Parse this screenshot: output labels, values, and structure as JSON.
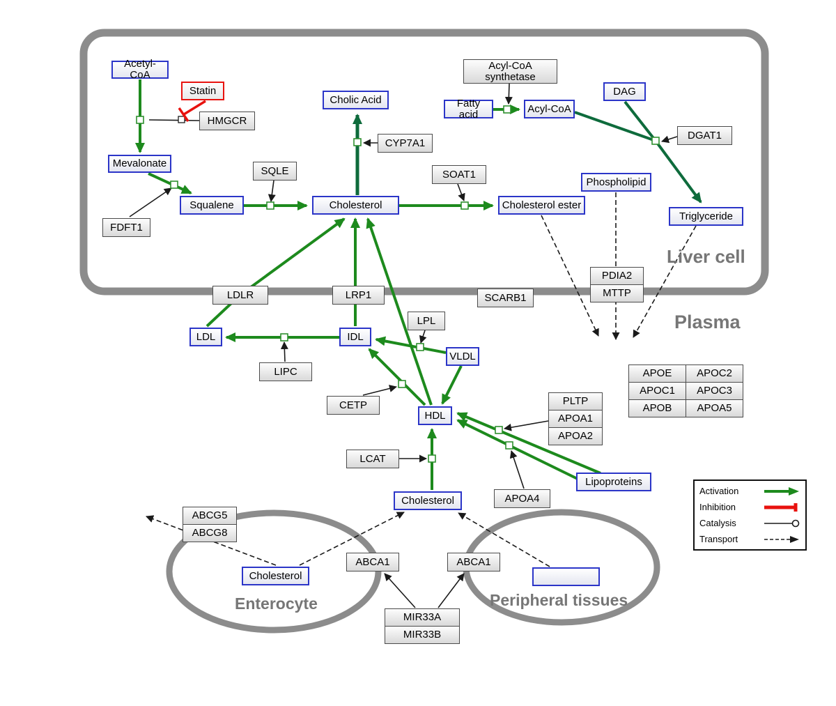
{
  "regions": {
    "liver": "Liver cell",
    "plasma": "Plasma",
    "enterocyte": "Enterocyte",
    "peripheral": "Peripheral tissues"
  },
  "nodes": {
    "acetyl_coa": "Acetyl-CoA",
    "statin": "Statin",
    "hmgcr": "HMGCR",
    "mevalonate": "Mevalonate",
    "fdft1": "FDFT1",
    "squalene": "Squalene",
    "sqle": "SQLE",
    "cholesterol_liver": "Cholesterol",
    "cholic_acid": "Cholic Acid",
    "cyp7a1": "CYP7A1",
    "soat1": "SOAT1",
    "cholesterol_ester": "Cholesterol ester",
    "acyl_coa_synthetase": "Acyl-CoA synthetase",
    "fatty_acid": "Fatty acid",
    "acyl_coa": "Acyl-CoA",
    "dag": "DAG",
    "dgat1": "DGAT1",
    "phospholipid": "Phospholipid",
    "triglyceride": "Triglyceride",
    "pdia2": "PDIA2",
    "mttp": "MTTP",
    "ldlr": "LDLR",
    "lrp1": "LRP1",
    "scarb1": "SCARB1",
    "ldl": "LDL",
    "idl": "IDL",
    "vldl": "VLDL",
    "hdl": "HDL",
    "lpl": "LPL",
    "lipc": "LIPC",
    "cetp": "CETP",
    "lcat": "LCAT",
    "cholesterol_plasma": "Cholesterol",
    "pltp": "PLTP",
    "apoa1": "APOA1",
    "apoa2": "APOA2",
    "apoa4": "APOA4",
    "lipoproteins": "Lipoproteins",
    "abcg5": "ABCG5",
    "abcg8": "ABCG8",
    "cholesterol_enterocyte": "Cholesterol",
    "abca1_enterocyte": "ABCA1",
    "abca1_peripheral": "ABCA1",
    "mir33a": "MIR33A",
    "mir33b": "MIR33B"
  },
  "apo_table": [
    [
      "APOE",
      "APOC2"
    ],
    [
      "APOC1",
      "APOC3"
    ],
    [
      "APOB",
      "APOA5"
    ]
  ],
  "legend": {
    "activation": "Activation",
    "inhibition": "Inhibition",
    "catalysis": "Catalysis",
    "transport": "Transport"
  },
  "colors": {
    "activation_green": "#1d8a1d",
    "dark_green": "#0e6b3c",
    "inhibition_red": "#e8120e",
    "entity_border_blue": "#2b35c8",
    "membrane_gray": "#8c8c8c"
  }
}
